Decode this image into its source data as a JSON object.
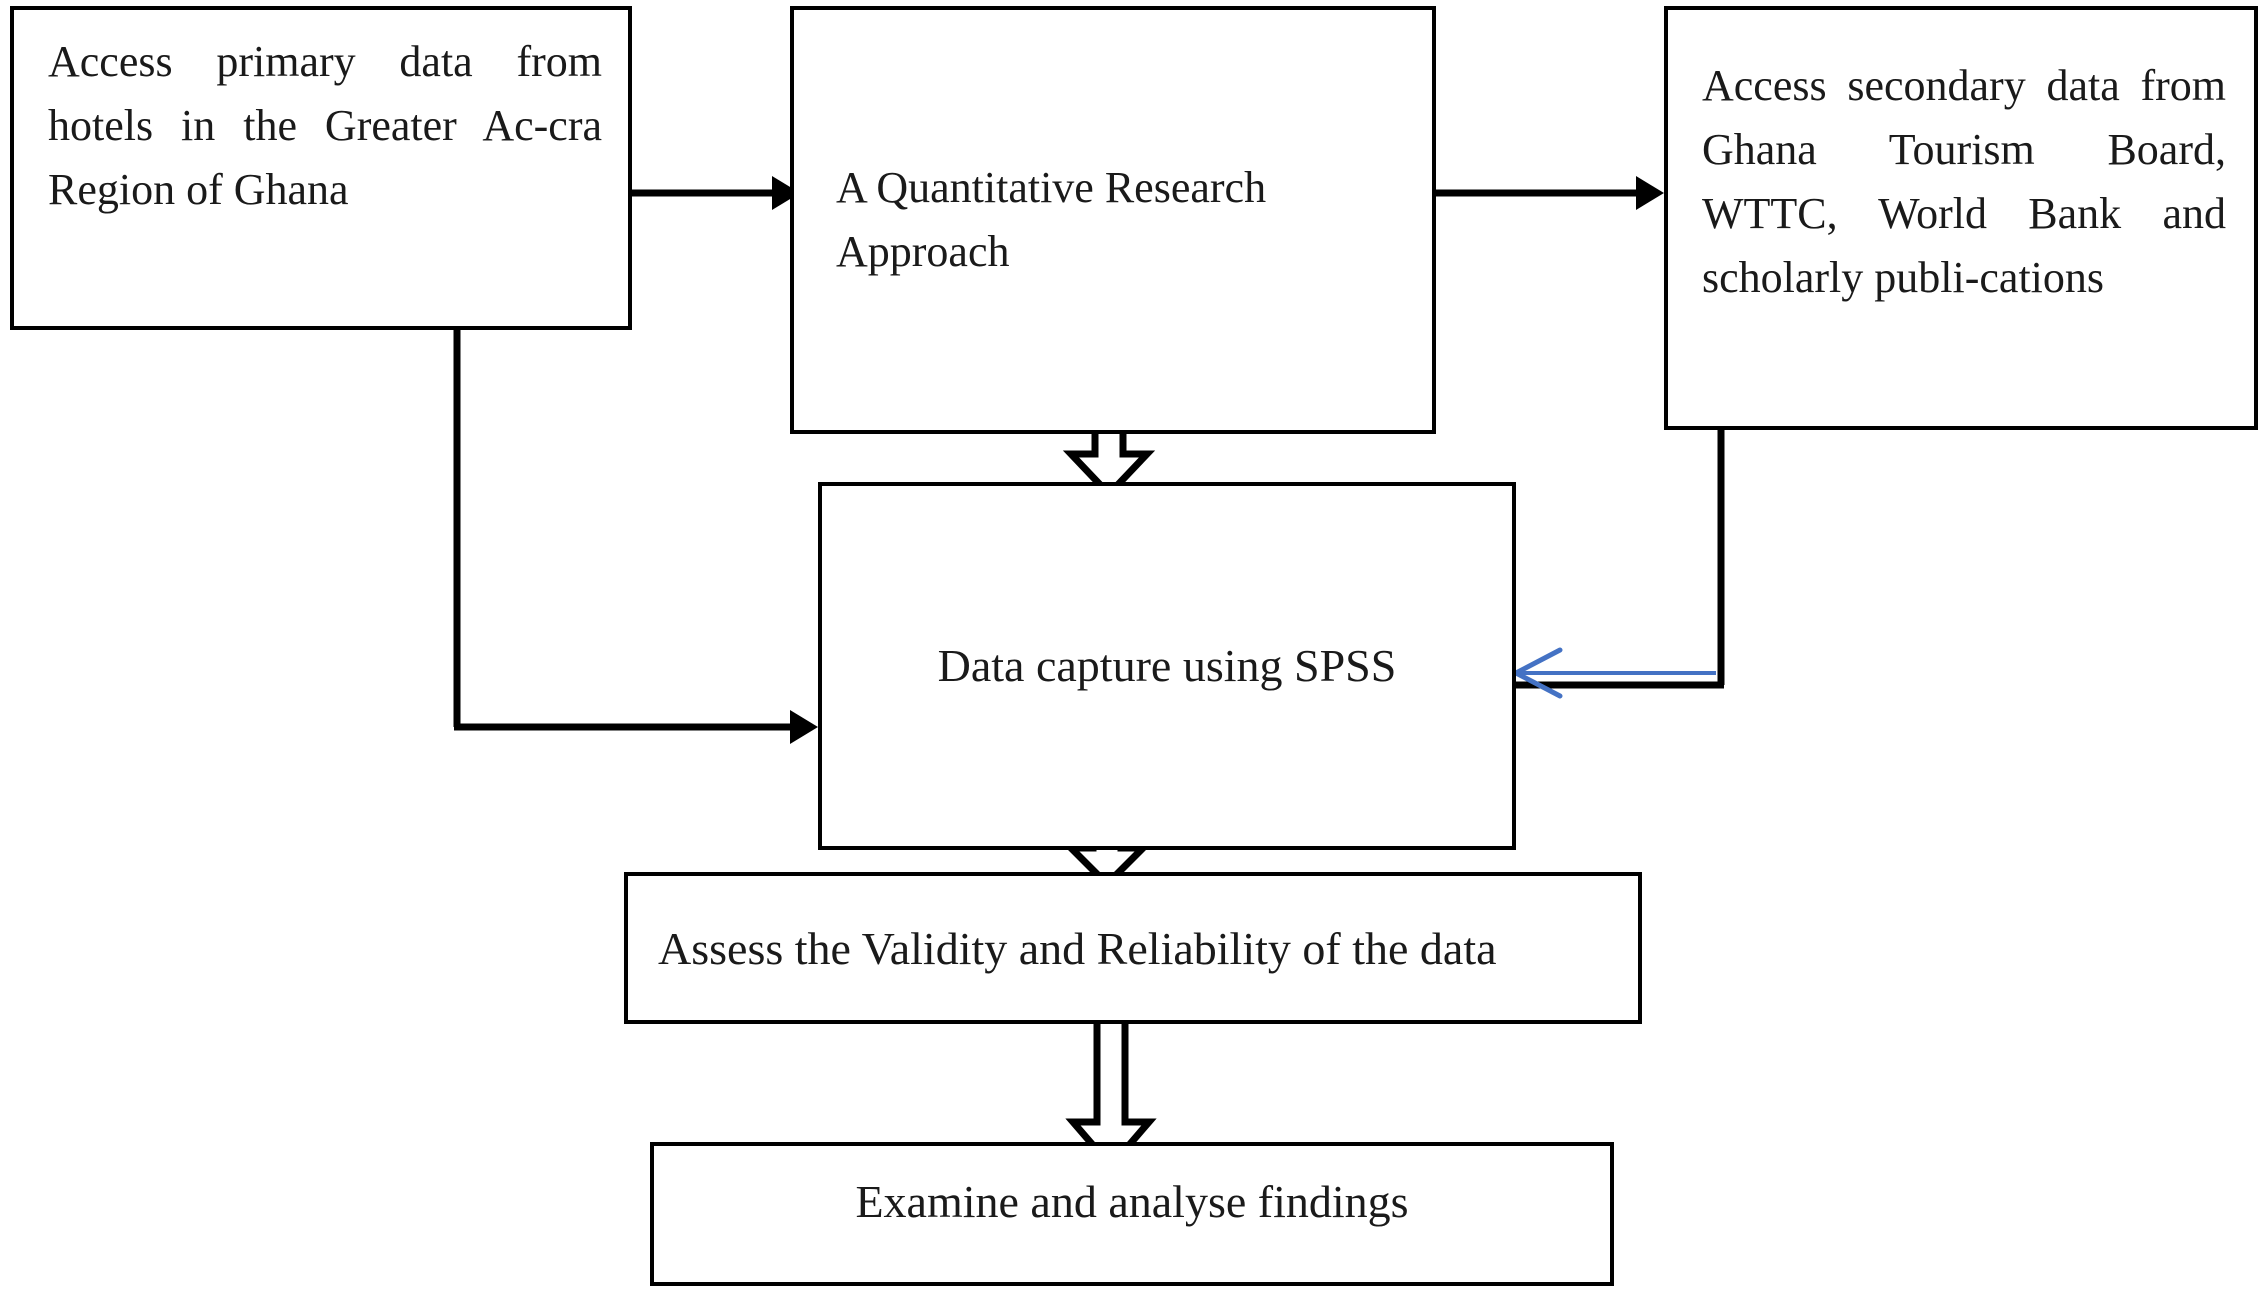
{
  "diagram": {
    "title": "Research methodology flowchart",
    "background_color": "#ffffff",
    "line_color": "#000000",
    "accent_color": "#4472C4"
  },
  "nodes": {
    "primary_data": {
      "label": "Access primary data from hotels in the Greater Ac-cra Region of Ghana",
      "order": 1
    },
    "approach": {
      "label": "A Quantitative Research Approach",
      "order": 2
    },
    "secondary_data": {
      "label": "Access secondary data from Ghana Tourism Board, WTTC, World Bank and scholarly publi-cations",
      "order": 3
    },
    "spss": {
      "label": "Data capture using SPSS",
      "order": 4
    },
    "validity": {
      "label": "Assess the Validity and Reliability of the data",
      "order": 5
    },
    "examine": {
      "label": "Examine and analyse findings",
      "order": 6
    }
  },
  "connectors": [
    {
      "name": "primary-to-approach",
      "from": "primary_data",
      "to": "approach",
      "style": "solid-arrow",
      "color": "#000000"
    },
    {
      "name": "approach-to-secondary",
      "from": "approach",
      "to": "secondary_data",
      "style": "solid-arrow",
      "color": "#000000"
    },
    {
      "name": "primary-to-spss",
      "from": "primary_data",
      "to": "spss",
      "style": "solid-arrow",
      "color": "#000000"
    },
    {
      "name": "approach-to-spss",
      "from": "approach",
      "to": "spss",
      "style": "block-arrow",
      "color": "#000000"
    },
    {
      "name": "secondary-to-spss",
      "from": "secondary_data",
      "to": "spss",
      "style": "open-arrow",
      "color": "#4472C4"
    },
    {
      "name": "spss-to-validity",
      "from": "spss",
      "to": "validity",
      "style": "block-arrow",
      "color": "#000000"
    },
    {
      "name": "validity-to-examine",
      "from": "validity",
      "to": "examine",
      "style": "block-arrow",
      "color": "#000000"
    }
  ]
}
